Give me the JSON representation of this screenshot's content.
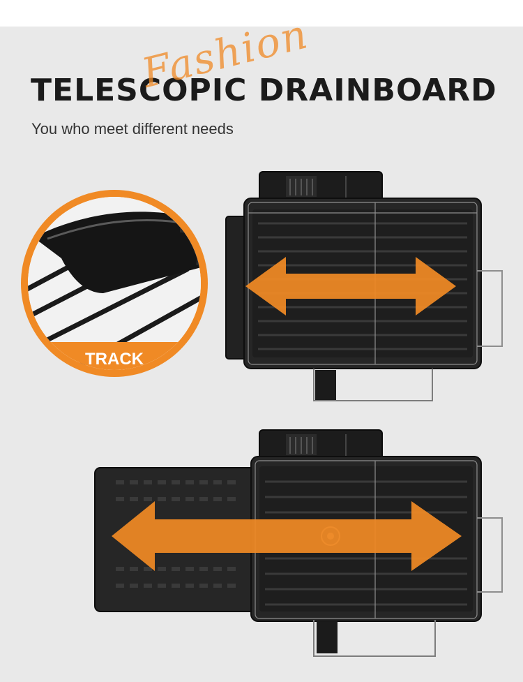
{
  "header": {
    "title": "TELESCOPIC DRAINBOARD",
    "script_word": "Fashion",
    "subtitle": "You who meet different needs"
  },
  "inset": {
    "label": "TRACK"
  },
  "icons": {
    "arrow": "double-headed-arrow",
    "knife_slot": "knife-holder-slots"
  },
  "colors": {
    "accent": "#f08a25",
    "product": "#1e1e1e",
    "background": "#e9e9e9"
  }
}
